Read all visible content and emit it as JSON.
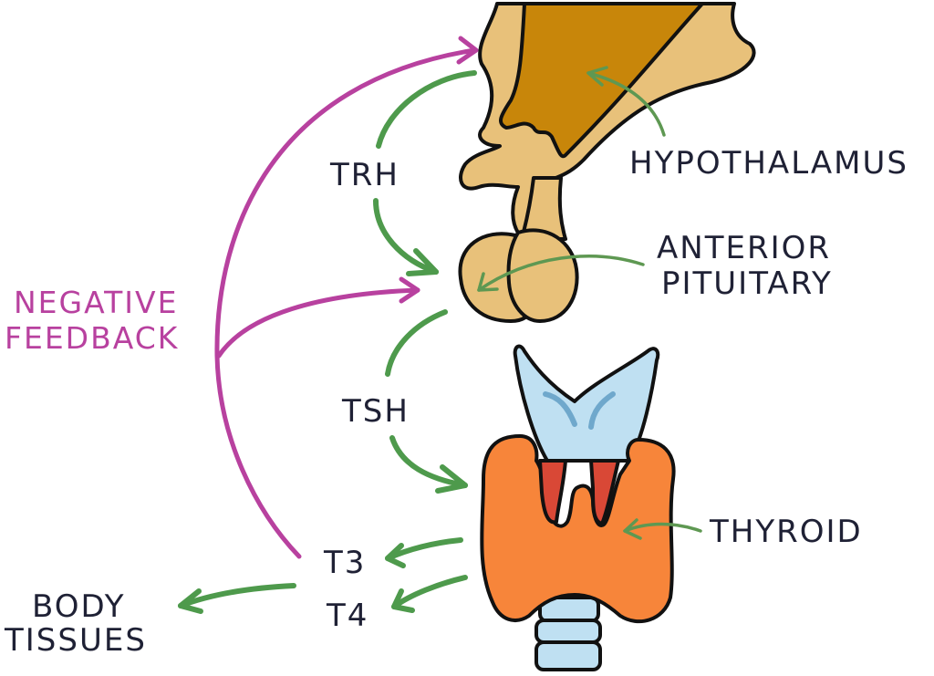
{
  "diagram": {
    "title": "Hypothalamic-pituitary-thyroid axis",
    "labels": {
      "hypothalamus": "HYPOTHALAMUS",
      "anterior_pituitary_line1": "ANTERIOR",
      "anterior_pituitary_line2": "PITUITARY",
      "thyroid": "THYROID",
      "trh": "TRH",
      "tsh": "TSH",
      "t3": "T3",
      "t4": "T4",
      "body_tissues_line1": "BODY",
      "body_tissues_line2": "TISSUES",
      "negative_feedback_line1": "NEGATIVE",
      "negative_feedback_line2": "FEEDBACK"
    },
    "colors": {
      "hypothalamus_fill": "#c8860a",
      "brain_fill": "#e8c17a",
      "thyroid_fill": "#f7853a",
      "cartilage_fill": "#bfe0f2",
      "cartilage_shade": "#6fa8cc",
      "muscle_fill": "#d94836",
      "green_arrow": "#4e9a4c",
      "pink_arrow": "#b8419f",
      "text": "#1f2135"
    },
    "flows": [
      {
        "from": "hypothalamus",
        "to": "anterior pituitary",
        "hormone": "TRH"
      },
      {
        "from": "anterior pituitary",
        "to": "thyroid",
        "hormone": "TSH"
      },
      {
        "from": "thyroid",
        "to": "T3 / T4",
        "hormone": ""
      },
      {
        "from": "T3 / T4",
        "to": "body tissues",
        "hormone": ""
      },
      {
        "from": "T3",
        "to": "hypothalamus & anterior pituitary",
        "hormone": "negative feedback"
      }
    ]
  }
}
